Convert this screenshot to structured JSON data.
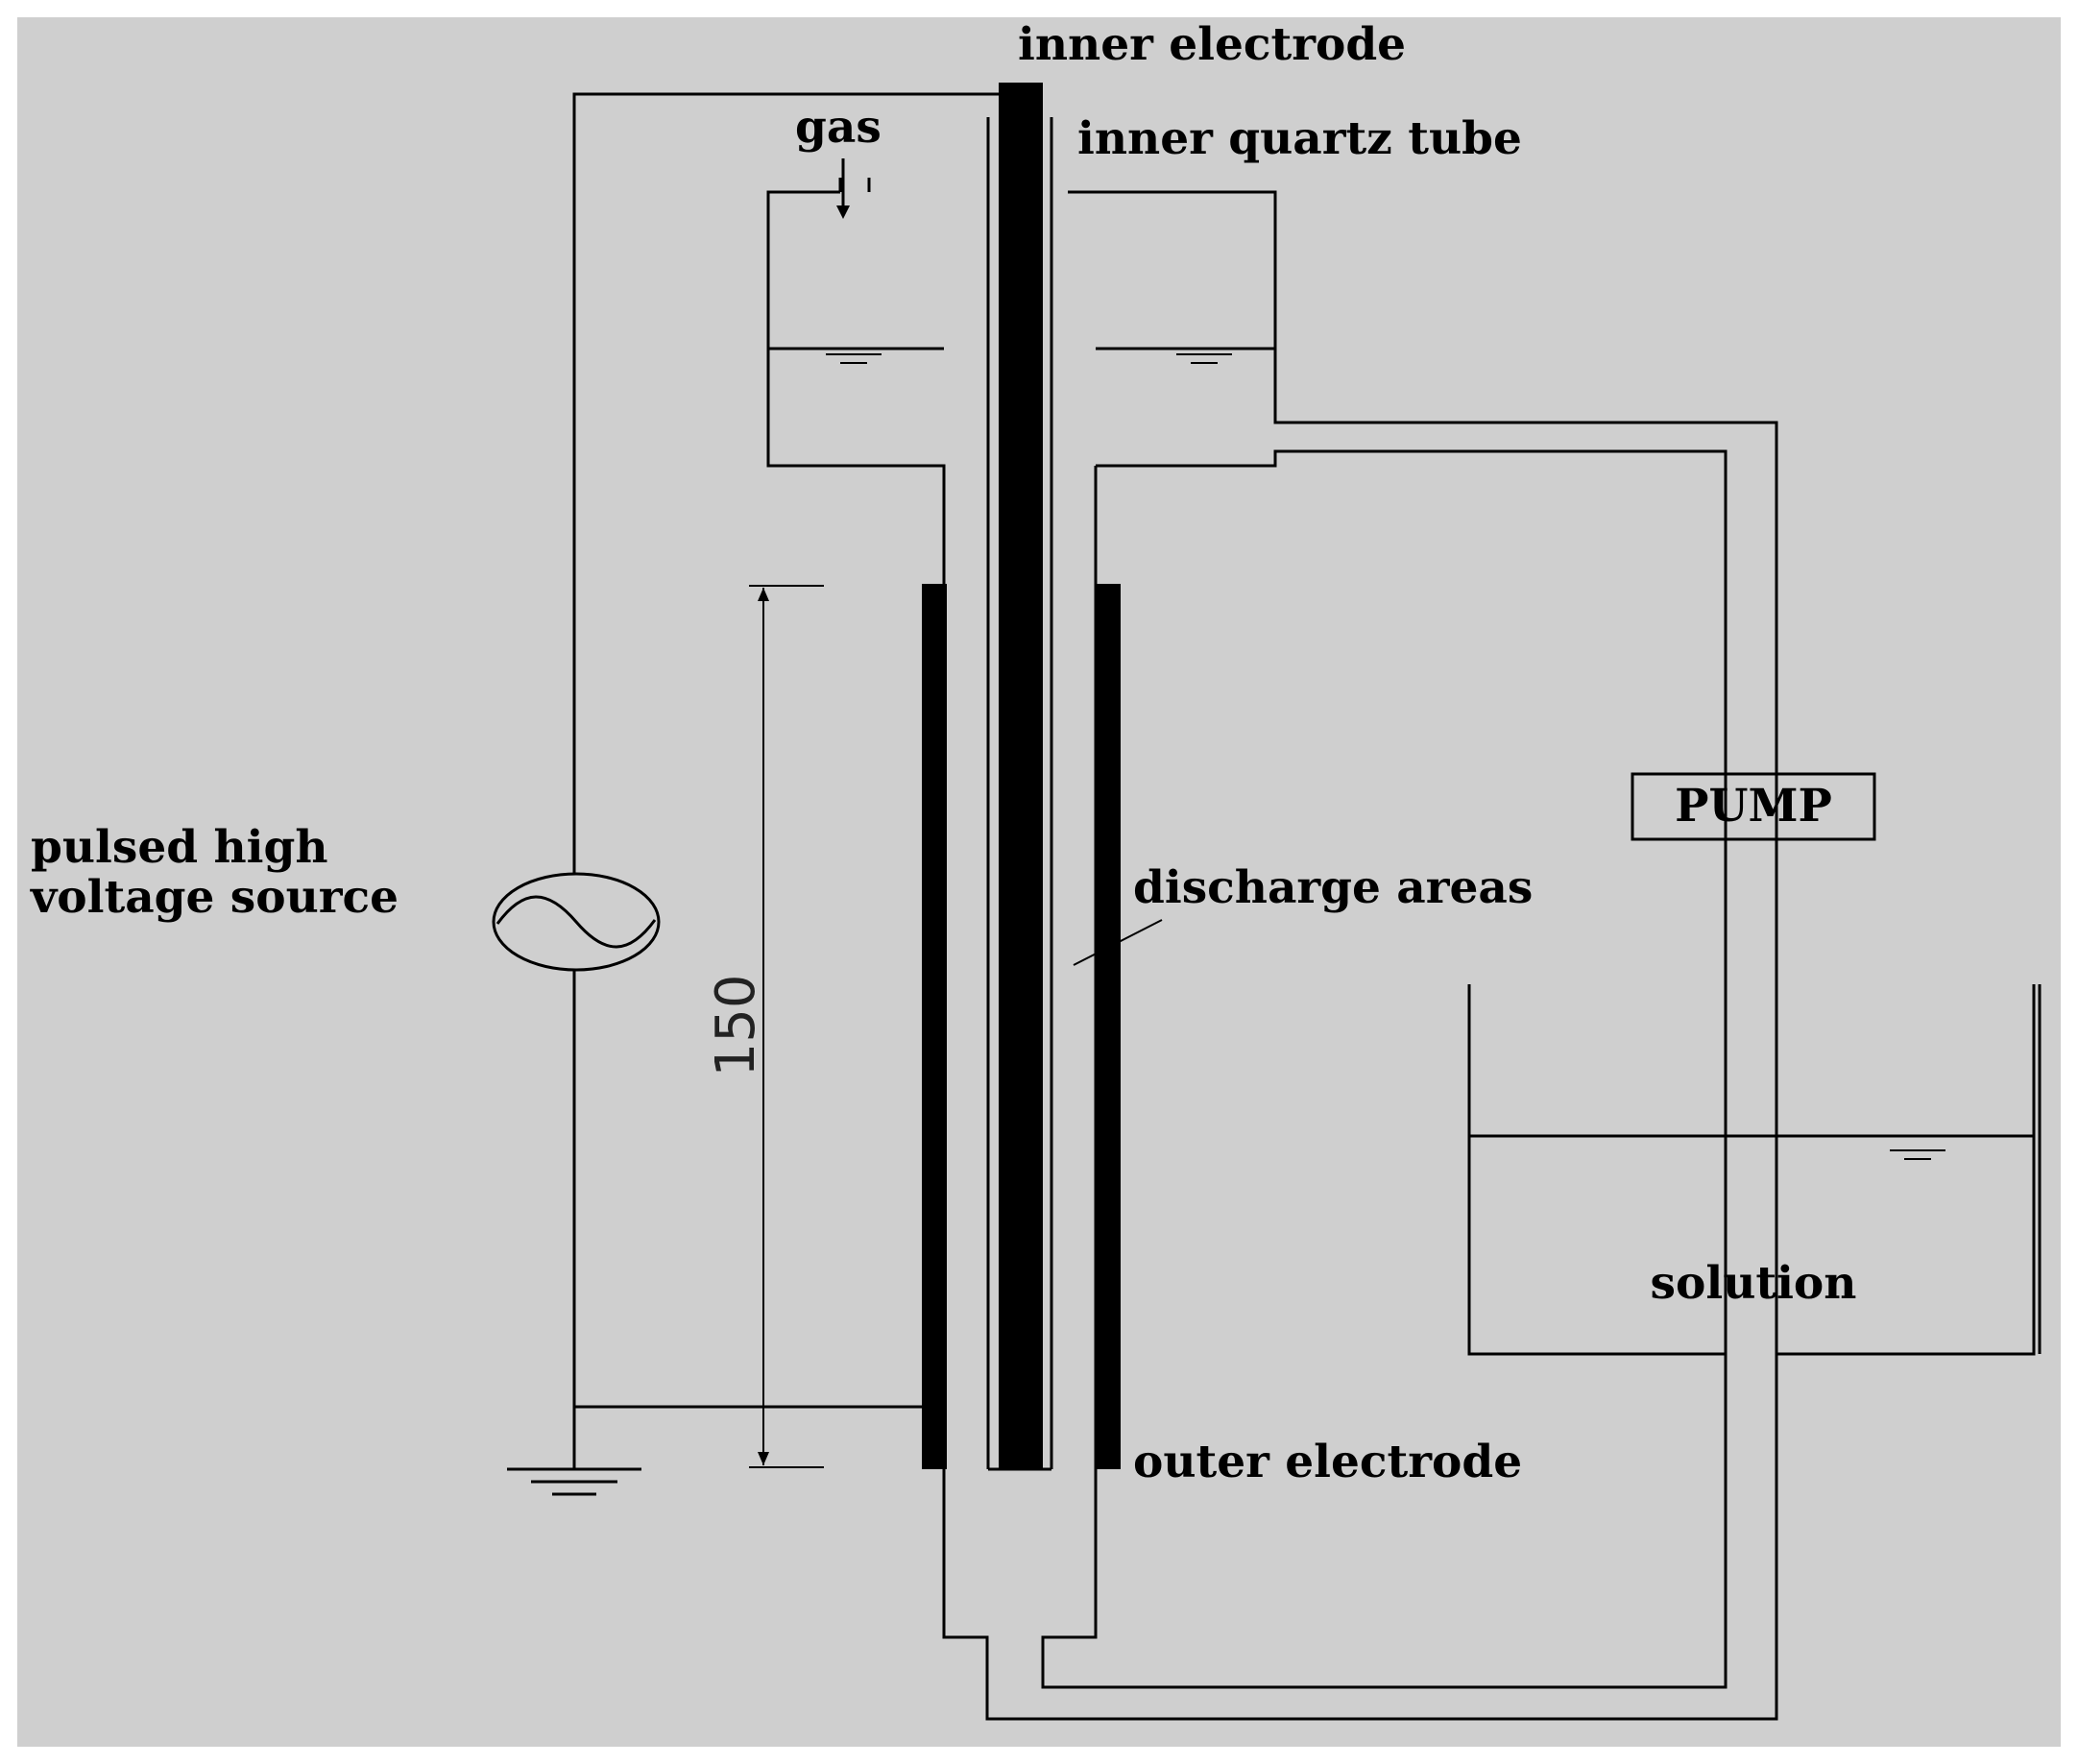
{
  "labels": {
    "inner_electrode": "inner electrode",
    "inner_quartz_tube": "inner quartz tube",
    "gas": "gas",
    "pulsed_source_line1": "pulsed high",
    "pulsed_source_line2": "voltage source",
    "pump": "PUMP",
    "discharge_areas": "discharge areas",
    "solution": "solution",
    "outer_electrode": "outer electrode",
    "dimension": "150"
  },
  "colors": {
    "background": "#cfcfcf",
    "ink": "#000000"
  }
}
